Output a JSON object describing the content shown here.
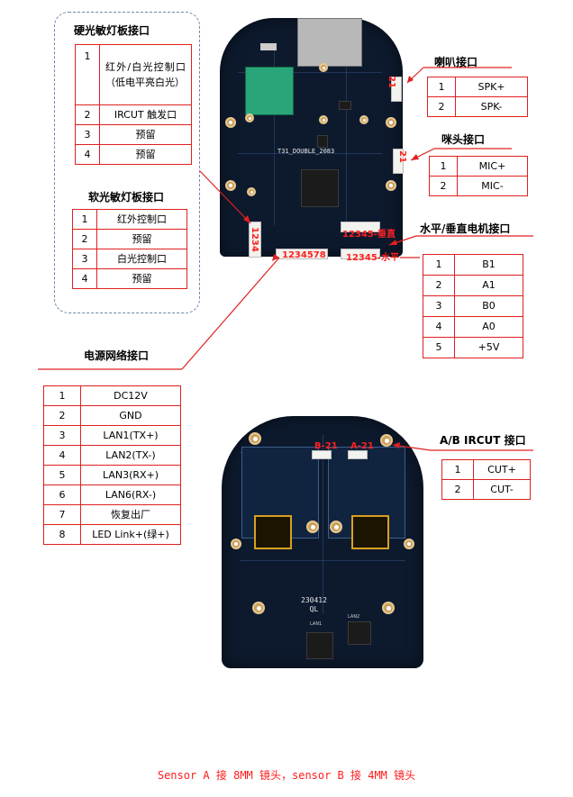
{
  "hard_sensor": {
    "title": "硬光敏灯板接口",
    "rows": [
      {
        "no": "1",
        "desc": "红外/白光控制口（低电平亮白光）"
      },
      {
        "no": "2",
        "desc": "IRCUT 触发口"
      },
      {
        "no": "3",
        "desc": "预留"
      },
      {
        "no": "4",
        "desc": "预留"
      }
    ]
  },
  "soft_sensor": {
    "title": "软光敏灯板接口",
    "rows": [
      {
        "no": "1",
        "desc": "红外控制口"
      },
      {
        "no": "2",
        "desc": "预留"
      },
      {
        "no": "3",
        "desc": "白光控制口"
      },
      {
        "no": "4",
        "desc": "预留"
      }
    ]
  },
  "speaker": {
    "title": "喇叭接口",
    "rows": [
      {
        "no": "1",
        "desc": "SPK+"
      },
      {
        "no": "2",
        "desc": "SPK-"
      }
    ]
  },
  "mic": {
    "title": "咪头接口",
    "rows": [
      {
        "no": "1",
        "desc": "MIC+"
      },
      {
        "no": "2",
        "desc": "MIC-"
      }
    ]
  },
  "motor": {
    "title": "水平/垂直电机接口",
    "rows": [
      {
        "no": "1",
        "desc": "B1"
      },
      {
        "no": "2",
        "desc": "A1"
      },
      {
        "no": "3",
        "desc": "B0"
      },
      {
        "no": "4",
        "desc": "A0"
      },
      {
        "no": "5",
        "desc": "+5V"
      }
    ]
  },
  "power": {
    "title": "电源网络接口",
    "rows": [
      {
        "no": "1",
        "desc": "DC12V"
      },
      {
        "no": "2",
        "desc": "GND"
      },
      {
        "no": "3",
        "desc": "LAN1(TX+)"
      },
      {
        "no": "4",
        "desc": "LAN2(TX-)"
      },
      {
        "no": "5",
        "desc": "LAN3(RX+)"
      },
      {
        "no": "6",
        "desc": "LAN6(RX-)"
      },
      {
        "no": "7",
        "desc": "恢复出厂"
      },
      {
        "no": "8",
        "desc": "LED Link+(绿+)"
      }
    ]
  },
  "ircut": {
    "title": "A/B IRCUT 接口",
    "rows": [
      {
        "no": "1",
        "desc": "CUT+"
      },
      {
        "no": "2",
        "desc": "CUT-"
      }
    ]
  },
  "board_labels": {
    "pcb_name": "T31_DOUBLE_2083",
    "vertical": "12345-垂直",
    "horizontal": "12345-水平",
    "power_conn": "1234578",
    "led_conn": "1234",
    "spk_conn": "21",
    "mic_conn": "21",
    "b_ircut": "B-21",
    "a_ircut": "A-21",
    "date_code": "230412",
    "ql": "QL",
    "lan1": "LAN1",
    "lan2": "LAN2"
  },
  "footer": "Sensor A 接 8MM 镜头，sensor B 接 4MM 镜头",
  "colors": {
    "accent": "#e02020",
    "pcb": "#0d1a2e",
    "dashed": "#6e87a8"
  }
}
